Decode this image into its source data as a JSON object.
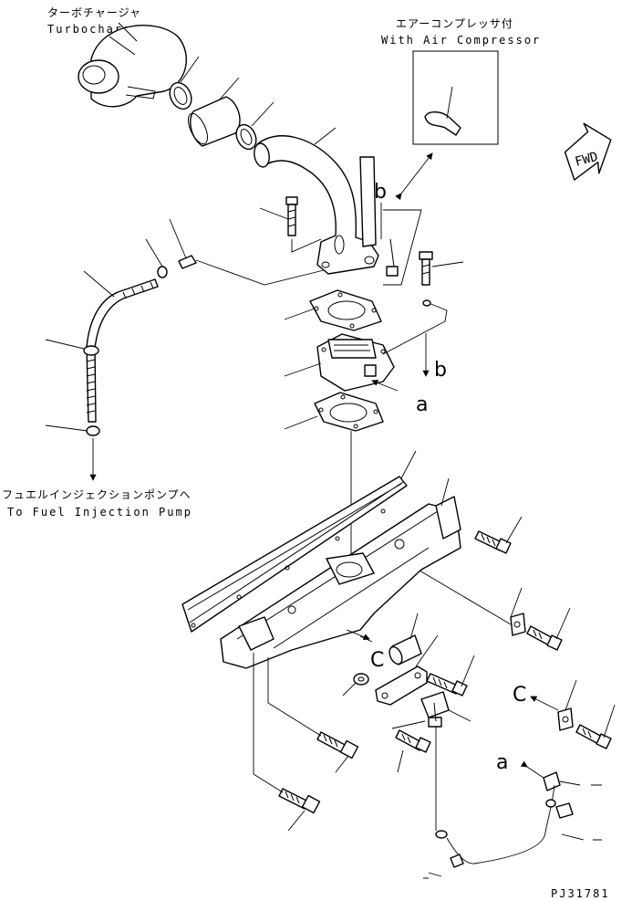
{
  "labels": {
    "turbocharger_jp": "ターボチャージャ",
    "turbocharger_en": "Turbocharger",
    "air_compressor_jp": "エアーコンプレッサ付",
    "air_compressor_en": "With Air Compressor",
    "fwd": "FWD",
    "fuel_pump_jp": "フュエルインジェクションポンプへ",
    "fuel_pump_en": "To Fuel Injection Pump",
    "callout_a": "a",
    "callout_b": "b",
    "callout_c": "C",
    "drawing_number": "PJ31781"
  }
}
